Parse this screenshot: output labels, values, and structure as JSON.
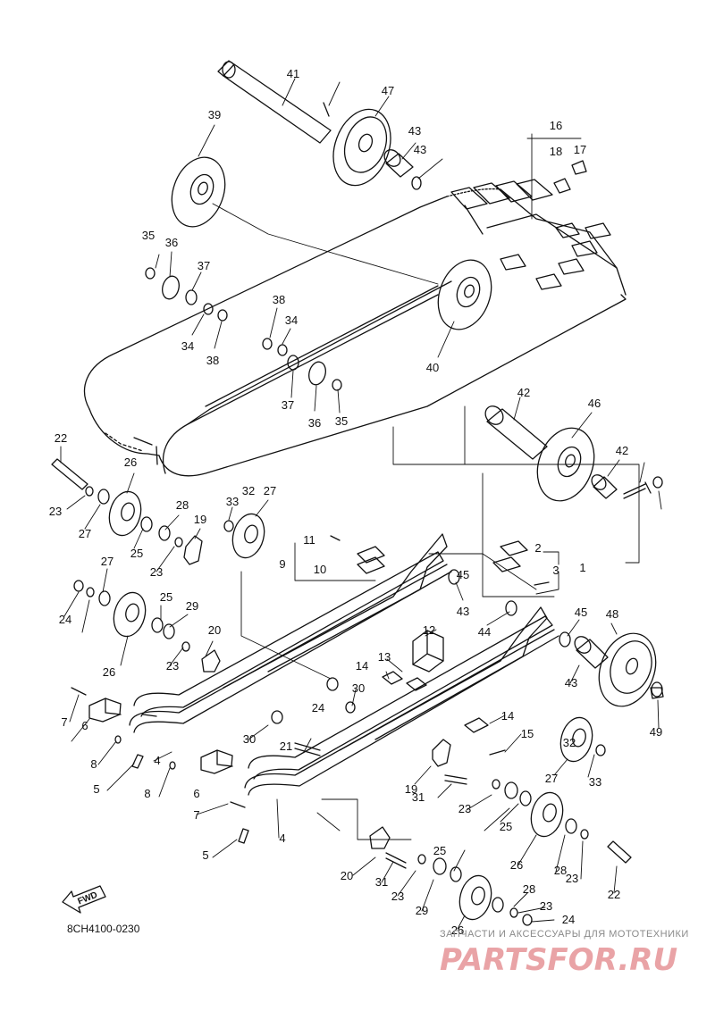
{
  "diagram": {
    "part_code": "8CH4100-0230",
    "fwd_label": "FWD",
    "watermark": {
      "subtitle": "ЗАПЧАСТИ И АКСЕССУАРЫ ДЛЯ МОТОТЕХНИКИ",
      "brand": "PARTSFOR.RU"
    },
    "callouts": [
      "1",
      "2",
      "3",
      "4",
      "4",
      "5",
      "5",
      "6",
      "6",
      "7",
      "7",
      "8",
      "8",
      "9",
      "10",
      "11",
      "12",
      "13",
      "14",
      "14",
      "15",
      "16",
      "17",
      "18",
      "19",
      "19",
      "20",
      "20",
      "21",
      "22",
      "22",
      "23",
      "23",
      "23",
      "23",
      "23",
      "23",
      "23",
      "24",
      "24",
      "24",
      "25",
      "25",
      "25",
      "25",
      "26",
      "26",
      "26",
      "26",
      "27",
      "27",
      "27",
      "27",
      "28",
      "28",
      "28",
      "29",
      "29",
      "30",
      "30",
      "31",
      "31",
      "32",
      "32",
      "33",
      "33",
      "34",
      "34",
      "35",
      "35",
      "36",
      "36",
      "37",
      "37",
      "38",
      "38",
      "39",
      "40",
      "41",
      "42",
      "42",
      "43",
      "43",
      "43",
      "43",
      "44",
      "45",
      "45",
      "46",
      "47",
      "48",
      "49"
    ]
  }
}
